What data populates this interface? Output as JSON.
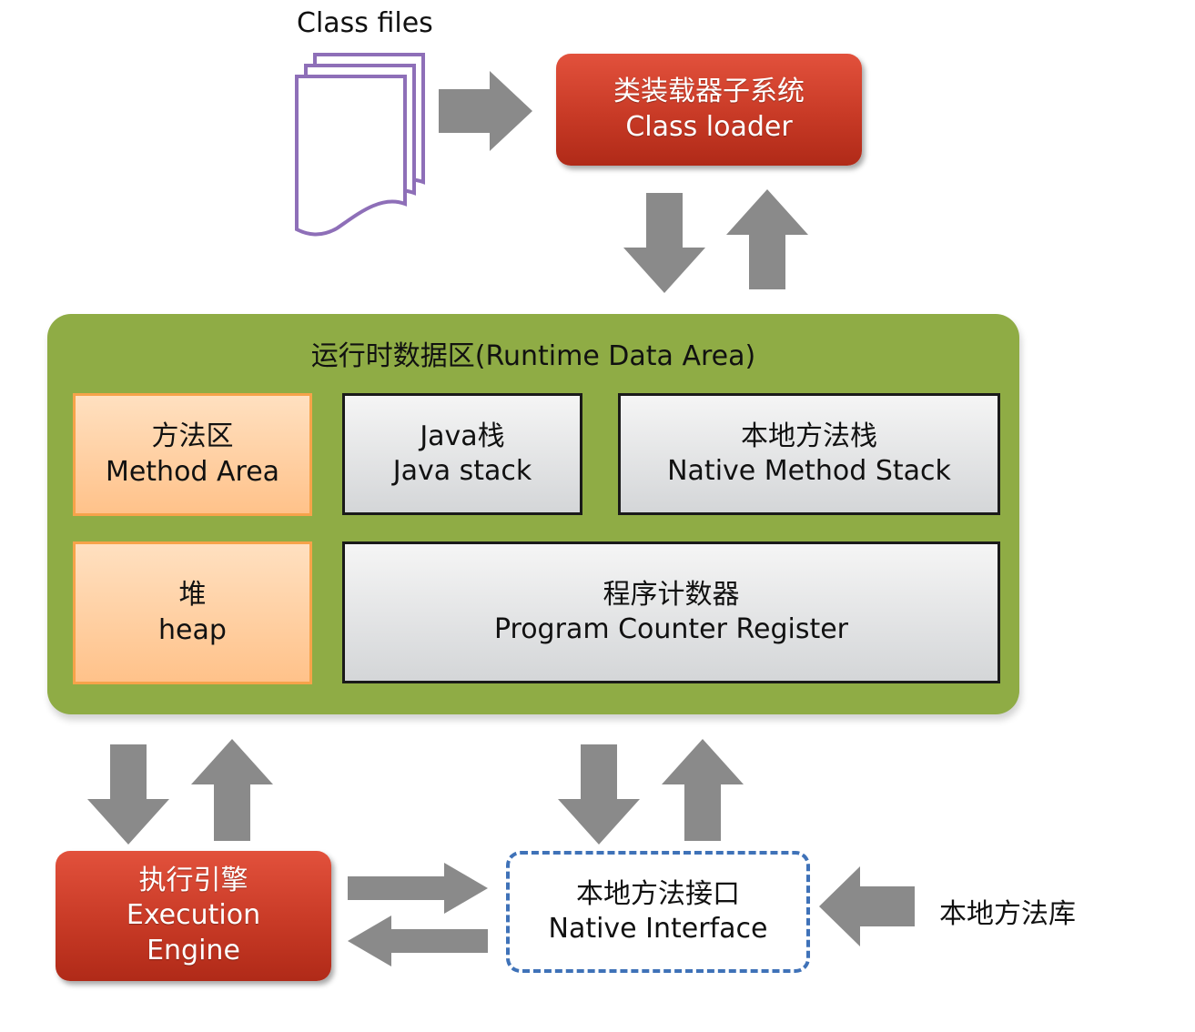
{
  "class_files": {
    "label": "Class files"
  },
  "class_loader": {
    "zh": "类装载器子系统",
    "en": "Class loader"
  },
  "runtime_area": {
    "title": "运行时数据区(Runtime Data Area)",
    "method_area": {
      "zh": "方法区",
      "en": "Method Area"
    },
    "java_stack": {
      "zh": "Java栈",
      "en": "Java stack"
    },
    "native_method_stack": {
      "zh": "本地方法栈",
      "en": "Native Method Stack"
    },
    "heap": {
      "zh": "堆",
      "en": "heap"
    },
    "pc_register": {
      "zh": "程序计数器",
      "en": "Program Counter Register"
    }
  },
  "execution_engine": {
    "zh": "执行引擎",
    "en1": "Execution",
    "en2": "Engine"
  },
  "native_interface": {
    "zh": "本地方法接口",
    "en": "Native Interface"
  },
  "native_library": {
    "label": "本地方法库"
  },
  "colors": {
    "red_box": "#c83a26",
    "green_area": "#8fac45",
    "orange_box": "#ffc28a",
    "grey_box": "#d4d6d8",
    "arrow": "#8a8a8a",
    "file_outline": "#8e6fb8",
    "dashed_border": "#3f72b8"
  }
}
